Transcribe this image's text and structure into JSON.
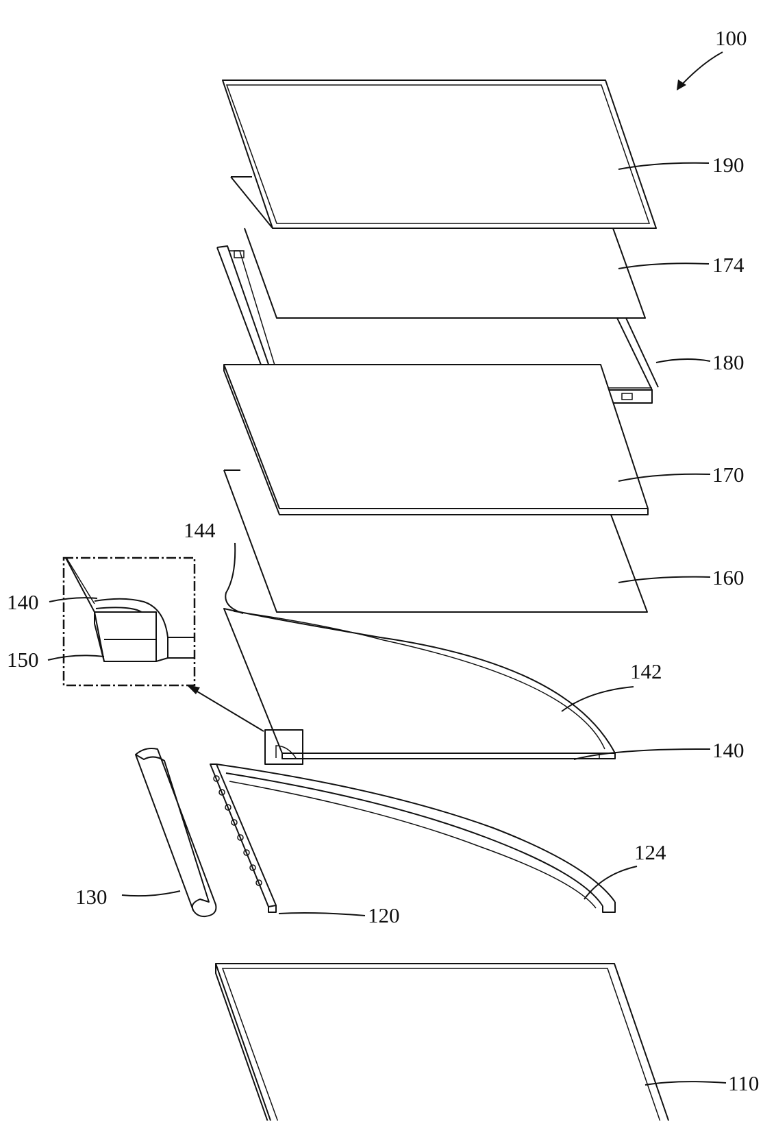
{
  "figure": {
    "assembly_label": "100",
    "parts": {
      "p190": "190",
      "p174": "174",
      "p180": "180",
      "p170": "170",
      "p160": "160",
      "p144": "144",
      "p142": "142",
      "p140": "140",
      "p124": "124",
      "p130": "130",
      "p120": "120",
      "p110": "110"
    },
    "detail": {
      "p140": "140",
      "p150": "150"
    }
  }
}
